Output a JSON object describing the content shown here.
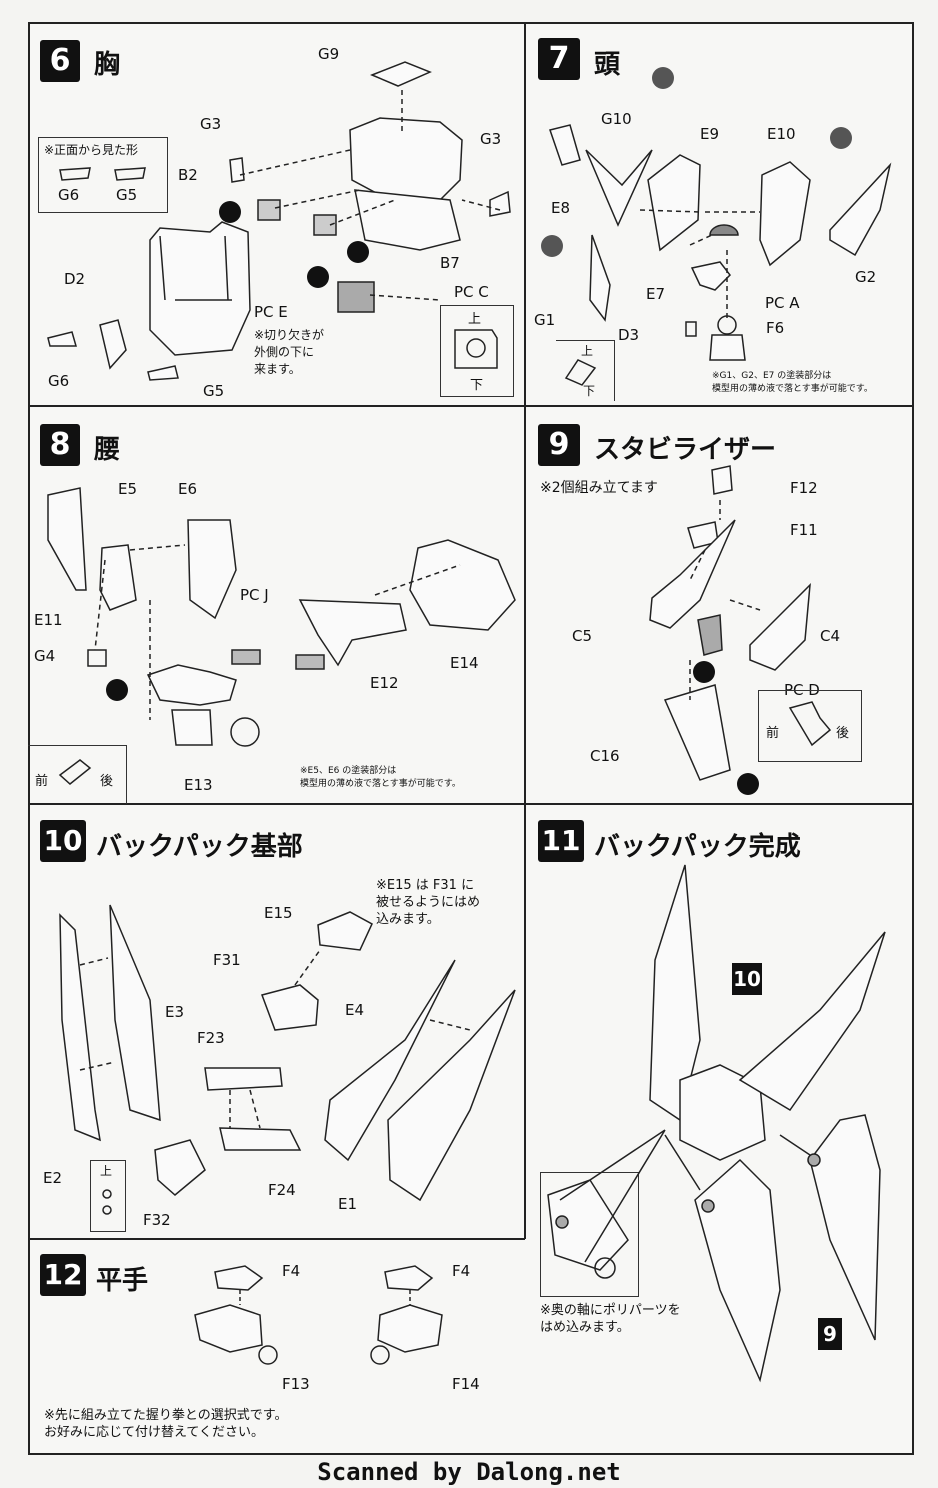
{
  "steps": {
    "s6": {
      "num": "6",
      "title": "胸",
      "note_front": "※正面から見た形",
      "notch": [
        "※切り欠きが",
        "外側の下に",
        "来ます。"
      ],
      "labels": {
        "g9": "G9",
        "g3a": "G3",
        "g3b": "G3",
        "b2": "B2",
        "b7": "B7",
        "d2": "D2",
        "g6a": "G6",
        "g5a": "G5",
        "g6b": "G6",
        "g5b": "G5",
        "pce": "PC E",
        "pcc": "PC C",
        "up": "上",
        "down": "下"
      }
    },
    "s7": {
      "num": "7",
      "title": "頭",
      "note": [
        "※G1、G2、E7 の塗装部分は",
        "模型用の薄め液で落とす事が可能です。"
      ],
      "labels": {
        "g10": "G10",
        "e9": "E9",
        "e10": "E10",
        "e8": "E8",
        "e7": "E7",
        "pca": "PC A",
        "f6": "F6",
        "g1": "G1",
        "d3": "D3",
        "g2": "G2",
        "up": "上",
        "down": "下"
      }
    },
    "s8": {
      "num": "8",
      "title": "腰",
      "note": [
        "※E5、E6 の塗装部分は",
        "模型用の薄め液で落とす事が可能です。"
      ],
      "labels": {
        "e5": "E5",
        "e6": "E6",
        "pcj": "PC J",
        "e11": "E11",
        "g4": "G4",
        "e12": "E12",
        "e14": "E14",
        "e13": "E13",
        "front": "前",
        "back": "後"
      }
    },
    "s9": {
      "num": "9",
      "title": "スタビライザー",
      "note": "※2個組み立てます",
      "labels": {
        "f12": "F12",
        "f11": "F11",
        "c5": "C5",
        "c4": "C4",
        "pcd": "PC D",
        "c16": "C16",
        "front": "前",
        "back": "後"
      }
    },
    "s10": {
      "num": "10",
      "title": "バックパック基部",
      "note": [
        "※E15 は F31 に",
        "被せるようにはめ",
        "込みます。"
      ],
      "labels": {
        "e15": "E15",
        "f31": "F31",
        "e3": "E3",
        "e4": "E4",
        "f23": "F23",
        "e2": "E2",
        "f24": "F24",
        "e1": "E1",
        "f32": "F32",
        "up": "上"
      }
    },
    "s11": {
      "num": "11",
      "title": "バックパック完成",
      "note": [
        "※奥の軸にポリパーツを",
        "はめ込みます。"
      ],
      "labels": {
        "ref10": "10",
        "ref9": "9"
      }
    },
    "s12": {
      "num": "12",
      "title": "平手",
      "note": [
        "※先に組み立てた握り拳との選択式です。",
        "お好みに応じて付け替えてください。"
      ],
      "labels": {
        "f4a": "F4",
        "f4b": "F4",
        "f13": "F13",
        "f14": "F14"
      }
    }
  },
  "footer": "Scanned by Dalong.net"
}
